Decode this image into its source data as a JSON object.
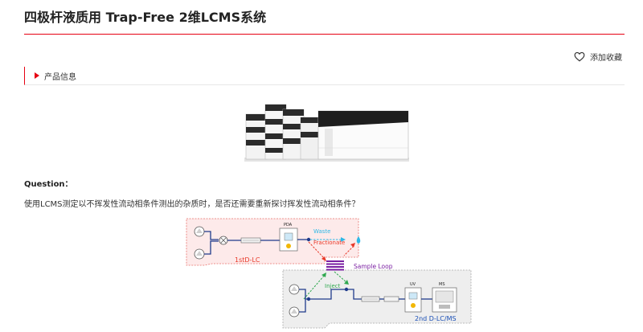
{
  "page": {
    "title": "四极杆液质用 Trap-Free 2维LCMS系统"
  },
  "favorite": {
    "label": "添加收藏",
    "icon": "heart-icon"
  },
  "section": {
    "label": "产品信息"
  },
  "question": {
    "label": "Question：",
    "text": "使用LCMS测定以不挥发性流动相条件测出的杂质时，是否还需要重新探讨挥发性流动相条件？"
  },
  "diagram": {
    "pda_label": "PDA",
    "waste_label": "Waste",
    "fractionate_label": "Fractionate",
    "sample_loop_label": "Sample Loop",
    "inject_label": "Inject",
    "uv_label": "UV",
    "ms_label": "MS",
    "first_dim_label": "1stD-LC",
    "second_dim_label": "2nd D-LC/MS"
  },
  "colors": {
    "accent": "#e60012",
    "waste": "#2eb8e6",
    "fractionate": "#e83828",
    "sample_loop": "#7a1fa2",
    "inject": "#2fa84f",
    "second_dim": "#1a4fb5",
    "tubing": "#1f3b8c"
  }
}
